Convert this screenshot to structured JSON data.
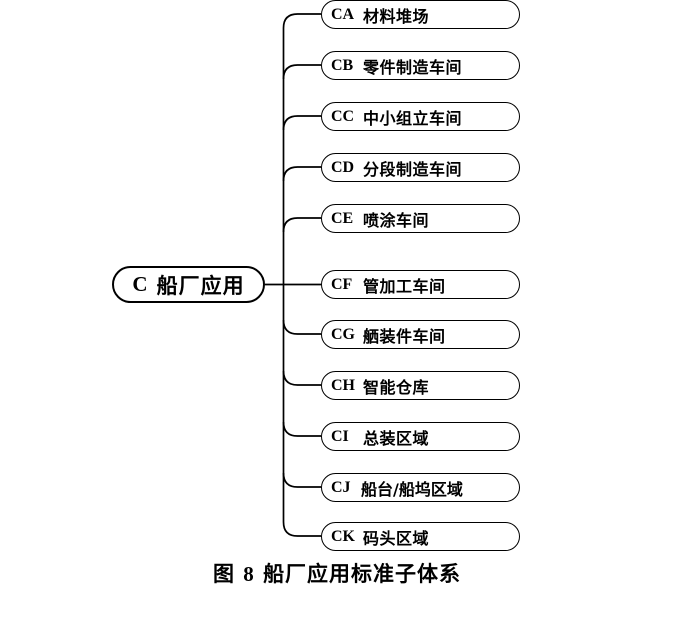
{
  "figure": {
    "caption_prefix": "图",
    "caption_number": "8",
    "caption_text": "船厂应用标准子体系",
    "caption_full": "图 8 船厂应用标准子体系"
  },
  "colors": {
    "background": "#ffffff",
    "line": "#000000",
    "text": "#000000",
    "box_fill": "#ffffff"
  },
  "tree": {
    "root": {
      "code": "C",
      "label": "船厂应用"
    },
    "children": [
      {
        "code": "CA",
        "label": "材料堆场"
      },
      {
        "code": "CB",
        "label": "零件制造车间"
      },
      {
        "code": "CC",
        "label": "中小组立车间"
      },
      {
        "code": "CD",
        "label": "分段制造车间"
      },
      {
        "code": "CE",
        "label": "喷涂车间"
      },
      {
        "code": "CF",
        "label": "管加工车间"
      },
      {
        "code": "CG",
        "label": "舾装件车间"
      },
      {
        "code": "CH",
        "label": "智能仓库"
      },
      {
        "code": "CI",
        "label": "总装区域"
      },
      {
        "code": "CJ",
        "label": "船台/船坞区域"
      },
      {
        "code": "CK",
        "label": "码头区域"
      }
    ]
  }
}
